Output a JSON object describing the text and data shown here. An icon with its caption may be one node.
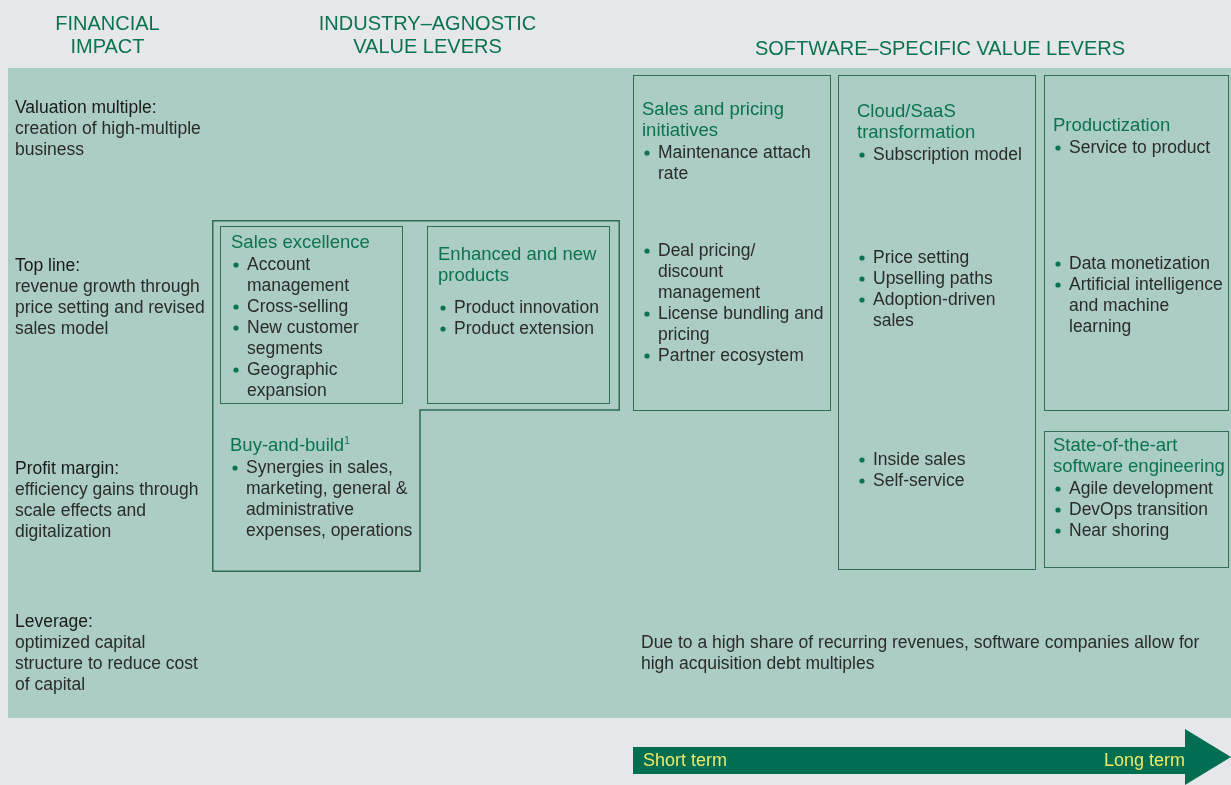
{
  "diagram": {
    "nodes": [
      {
        "text": [
          "Buy-and-build$^{1}$",
          "Synergies in sales, marketing, general & administrative expenses, operations"
        ]
      },
      {
        "text": [
          "Sales excellence",
          "Account management",
          "Cross-selling",
          "New customer segments",
          "Geographic expansion"
        ],
        "in": 0
      },
      {
        "text": [
          "Enhanced and new products",
          "Product innovation",
          "Product extension"
        ],
        "in": 0
      },
      {
        "text": [
          "Sales and pricing initiatives",
          "Maintenance attach rate",
          "Deal pricing/ discount management",
          "License bundling and pricing",
          "Partner ecosystem"
        ]
      },
      {
        "text": [
          "Cloud/SaaS transformation",
          "Subscription model",
          "Price setting",
          "Upselling paths",
          "Adoption-driven sales",
          "Inside sales",
          "Self-service"
        ]
      },
      {
        "text": [
          "Productization",
          "Service to product",
          "Data monetization",
          "Artificial intelligence and machine learning"
        ]
      },
      {
        "text": [
          "State-of-the-art software engineering",
          "Agile development",
          "DevOps transition",
          "Near shoring"
        ]
      },
      {
        "text": [
          "Short term",
          "Long term"
        ]
      }
    ],
    "labels": [
      "FINANCIAL IMPACT",
      "INDUSTRY–AGNOSTIC VALUE LEVERS",
      "SOFTWARE–SPECIFIC VALUE LEVERS",
      "Valuation multiple:",
      "creation of high-multiple business",
      "Top line:",
      "revenue growth through price setting and revised sales model",
      "Profit margin:",
      "efficiency gains through scale effects and digitalization",
      "Leverage:",
      "optimized capital structure to reduce cost of capital",
      "Due to a high share of recurring revenues, software companies allow for high acquisition debt multiples"
    ]
  }
}
